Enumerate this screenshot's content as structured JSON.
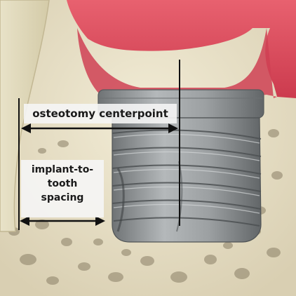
{
  "labels": {
    "osteotomy": "osteotomy centerpoint",
    "spacing_lines": [
      "implant-to-",
      "tooth",
      "spacing"
    ]
  },
  "colors": {
    "gum": "#d9495a",
    "bone": "#e9e1c8",
    "implant": "#9a9ea0",
    "line": "#111111"
  }
}
